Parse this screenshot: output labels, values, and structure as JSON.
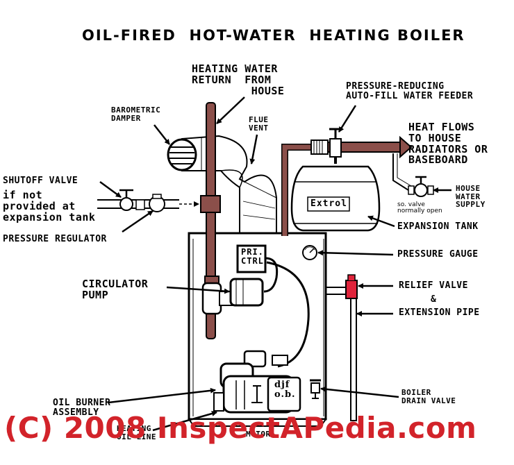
{
  "title": "OIL-FIRED  HOT-WATER  HEATING BOILER",
  "labels": {
    "heating_return": "HEATING WATER\nRETURN  FROM\n         HOUSE",
    "pressure_feeder": "PRESSURE-REDUCING\nAUTO-FILL WATER FEEDER",
    "barometric_damper": "BAROMETRIC\nDAMPER",
    "flue_vent": "FLUE\nVENT",
    "heat_flows": "HEAT FLOWS\nTO HOUSE\nRADIATORS OR\nBASEBOARD",
    "shutoff_valve": "SHUTOFF VALVE",
    "shutoff_note": "if not\nprovided at\nexpansion tank",
    "pressure_regulator": "PRESSURE REGULATOR",
    "house_water_supply": "HOUSE\nWATER\nSUPPLY",
    "so_valve": "so. valve\nnormally open",
    "expansion_tank": "EXPANSION TANK",
    "pressure_gauge": "PRESSURE GAUGE",
    "circulator_pump": "CIRCULATOR\nPUMP",
    "relief_valve": "RELIEF VALVE",
    "relief_and": "&",
    "extension_pipe": "EXTENSION PIPE",
    "oil_burner": "OIL BURNER\nASSEMBLY",
    "oil_line": "HEATING\nOIL LINE",
    "boiler_drain": "BOILER\nDRAIN VALVE",
    "motor": "MOTOR"
  },
  "plates": {
    "extrol": "Extrol",
    "pri_ctrl": "PRI.\nCTRL",
    "burner_badge": "djf\no.b."
  },
  "watermark": "(C) 2008 InspectAPedia.com",
  "colors": {
    "ink": "#000000",
    "pipe": "#8b4f4a",
    "pipe_dark": "#5a2c28",
    "relief_valve": "#e0233b",
    "watermark": "#d2232a"
  }
}
